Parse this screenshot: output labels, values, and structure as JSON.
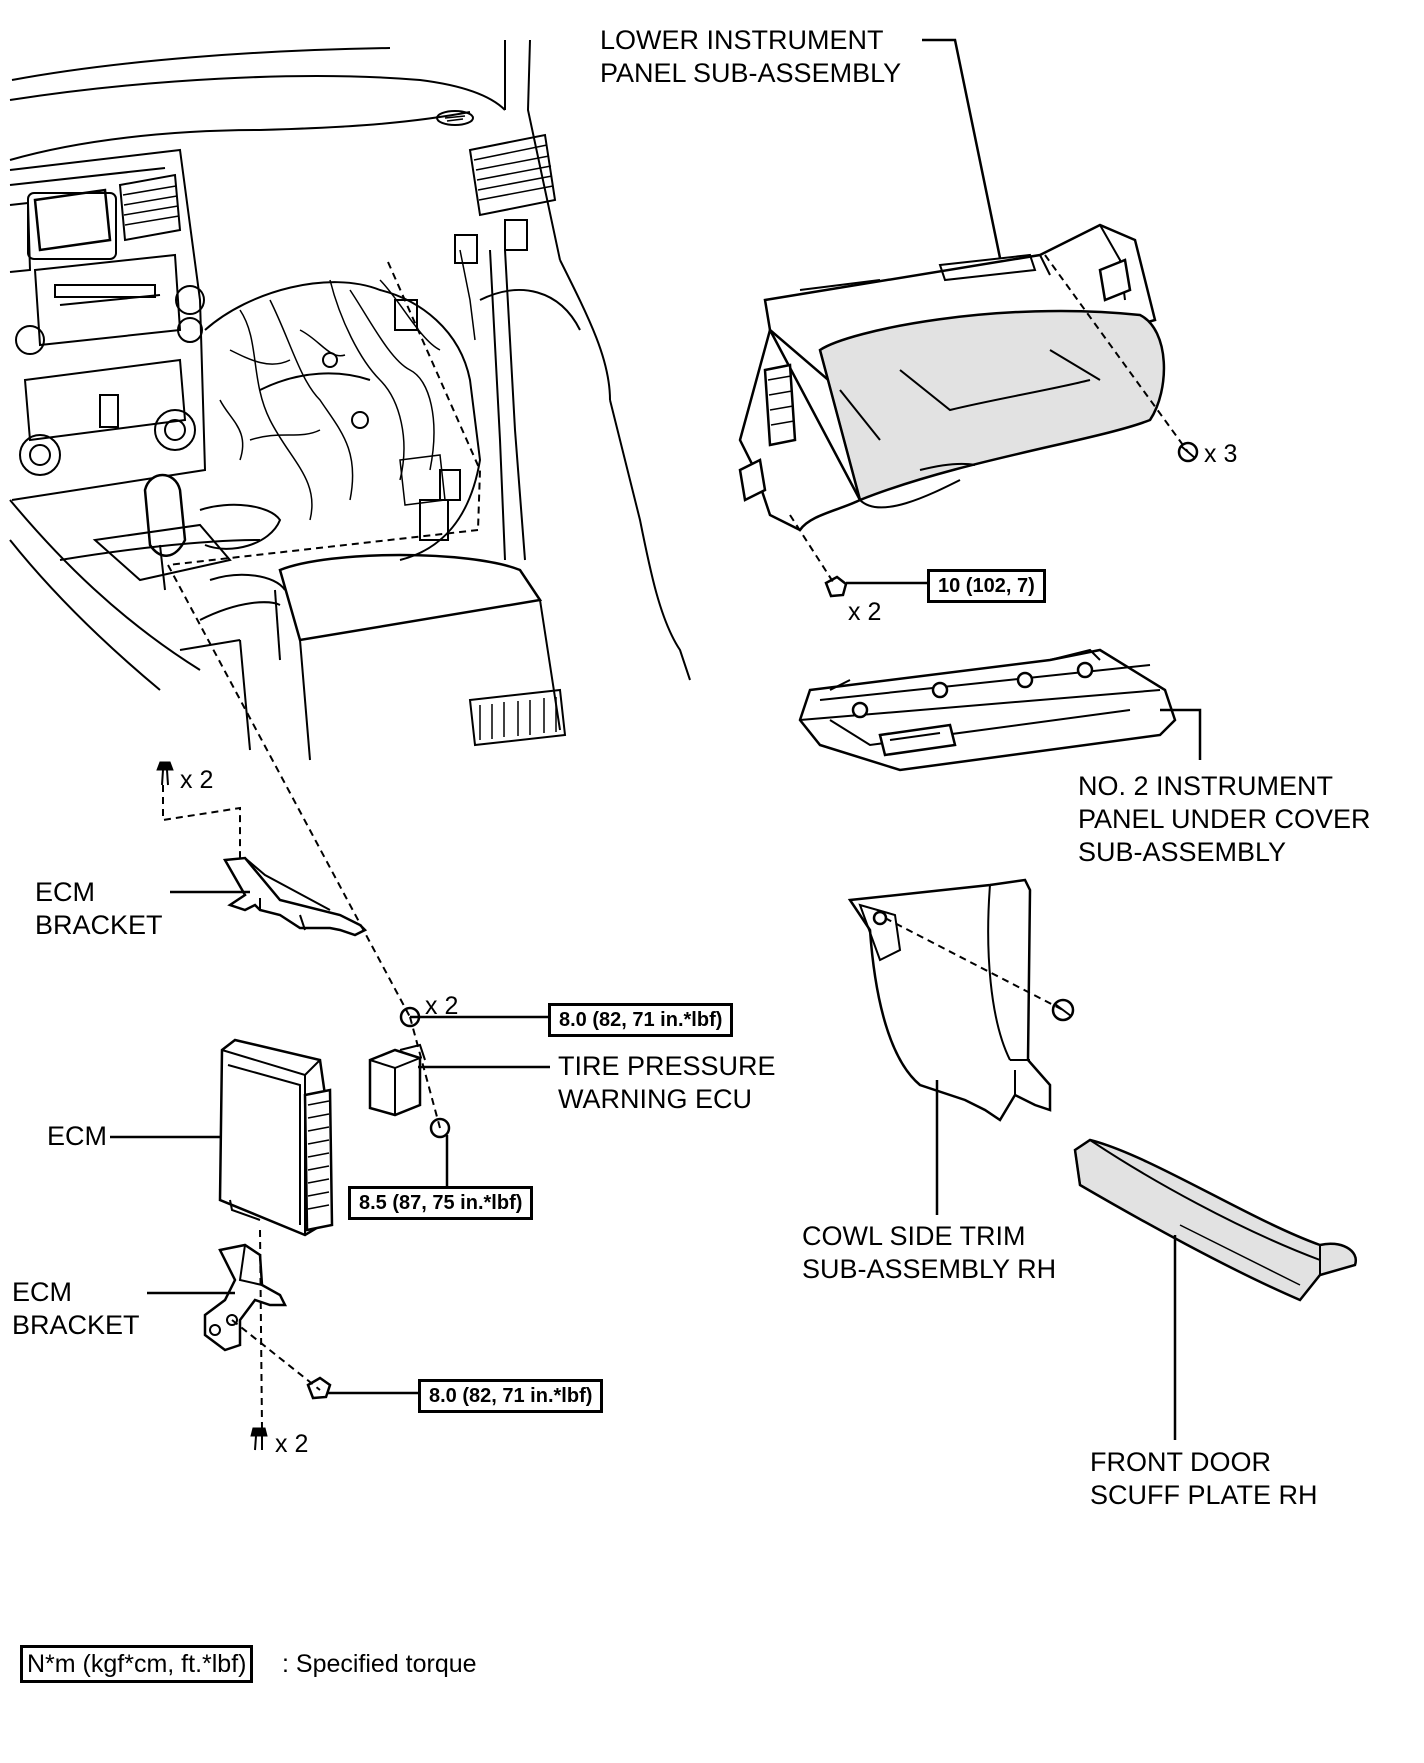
{
  "labels": {
    "lower_instrument_panel_line1": "LOWER INSTRUMENT",
    "lower_instrument_panel_line2": "PANEL SUB-ASSEMBLY",
    "under_cover_line1": "NO. 2 INSTRUMENT",
    "under_cover_line2": "PANEL UNDER COVER",
    "under_cover_line3": "SUB-ASSEMBLY",
    "ecm_bracket_upper_line1": "ECM",
    "ecm_bracket_upper_line2": "BRACKET",
    "tire_pressure_line1": "TIRE PRESSURE",
    "tire_pressure_line2": "WARNING ECU",
    "ecm": "ECM",
    "ecm_bracket_lower_line1": "ECM",
    "ecm_bracket_lower_line2": "BRACKET",
    "cowl_side_line1": "COWL SIDE TRIM",
    "cowl_side_line2": "SUB-ASSEMBLY RH",
    "scuff_plate_line1": "FRONT DOOR",
    "scuff_plate_line2": "SCUFF PLATE RH"
  },
  "quantities": {
    "panel_screws": "x 3",
    "panel_bolts": "x 2",
    "bracket_top_screws": "x 2",
    "ecu_nuts": "x 2",
    "bracket_bottom_screws": "x 2"
  },
  "torques": {
    "panel_bolt": "10 (102, 7)",
    "ecu_nut": "8.0 (82, 71 in.*lbf)",
    "ecu_bolt": "8.5 (87, 75 in.*lbf)",
    "bracket_bolt": "8.0 (82, 71 in.*lbf)"
  },
  "legend": {
    "box": "N*m (kgf*cm, ft.*lbf)",
    "text": ": Specified torque"
  }
}
